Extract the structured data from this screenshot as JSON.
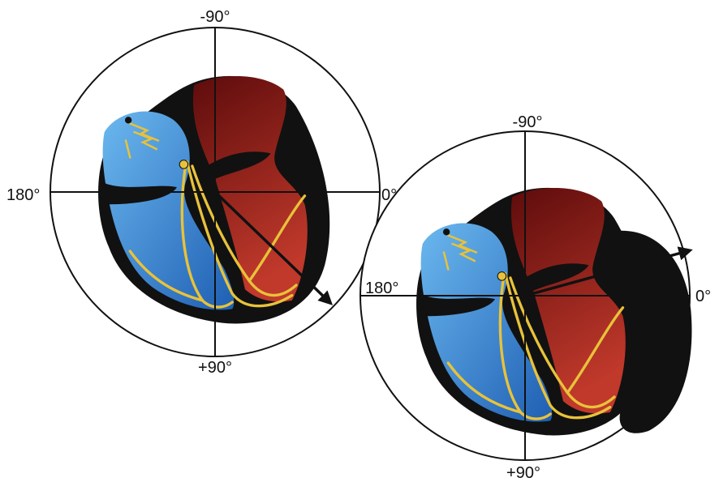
{
  "colors": {
    "outline": "#111111",
    "left_heart_light": "#5aaae6",
    "left_heart_dark": "#1f5fb3",
    "right_heart_light": "#c0392b",
    "right_heart_dark": "#5e0c0c",
    "conduction": "#e8c23a",
    "background": "#ffffff"
  },
  "diagrams": [
    {
      "id": "normal-axis",
      "labels": {
        "top": "-90°",
        "bottom": "+90°",
        "left": "180°",
        "right": "0°"
      },
      "vector_icon": "arrow-down-right-icon"
    },
    {
      "id": "left-axis-deviation",
      "labels": {
        "top": "-90°",
        "bottom": "+90°",
        "left": "180°",
        "right": "0°"
      },
      "vector_icon": "arrow-up-right-icon"
    }
  ]
}
